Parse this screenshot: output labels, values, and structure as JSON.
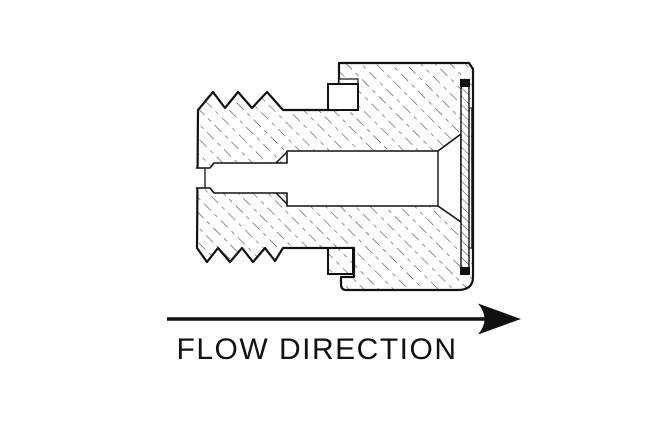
{
  "diagram": {
    "type": "technical-cross-section",
    "label": "FLOW DIRECTION",
    "arrow_direction": "right",
    "colors": {
      "ink": "#111111",
      "paper": "#ffffff",
      "hatch": "#3d3d3d"
    }
  }
}
